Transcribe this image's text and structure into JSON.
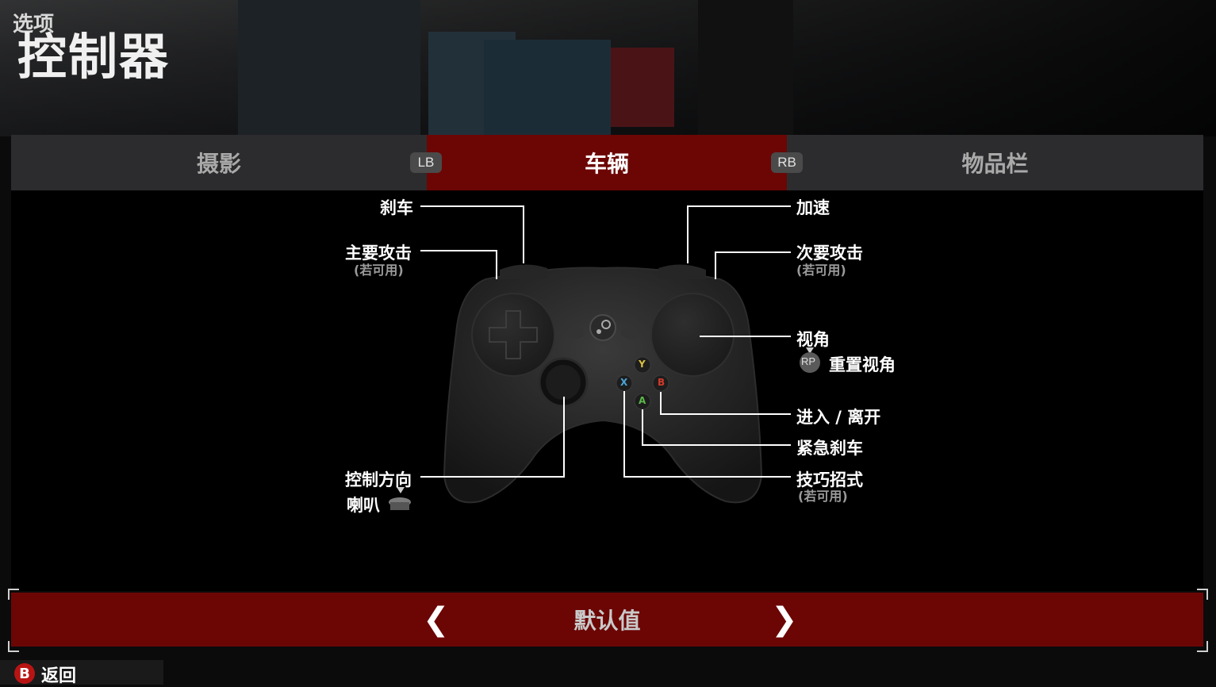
{
  "header": {
    "small_title": "选项",
    "large_title": "控制器"
  },
  "tabs": [
    {
      "label": "摄影",
      "active": false
    },
    {
      "label": "车辆",
      "active": true
    },
    {
      "label": "物品栏",
      "active": false
    }
  ],
  "shoulders": {
    "left": "LB",
    "right": "RB"
  },
  "bindings": {
    "brake": "刹车",
    "primary_attack": "主要攻击",
    "primary_attack_note": "(若可用)",
    "accelerate": "加速",
    "secondary_attack": "次要攻击",
    "secondary_attack_note": "(若可用)",
    "camera": "视角",
    "reset_camera_key": "RP",
    "reset_camera": "重置视角",
    "enter_exit": "进入 / 离开",
    "handbrake": "紧急刹车",
    "trick": "技巧招式",
    "trick_note": "(若可用)",
    "steer": "控制方向",
    "horn": "喇叭"
  },
  "face_buttons": {
    "y": "Y",
    "x": "X",
    "b": "B",
    "a": "A"
  },
  "footer": {
    "preset": "默认值",
    "prev": "❮",
    "next": "❯"
  },
  "back": {
    "key": "B",
    "label": "返回"
  },
  "colors": {
    "accent": "#6c0604",
    "tab_bg": "#2c2c2e",
    "back_button": "#b81414"
  }
}
